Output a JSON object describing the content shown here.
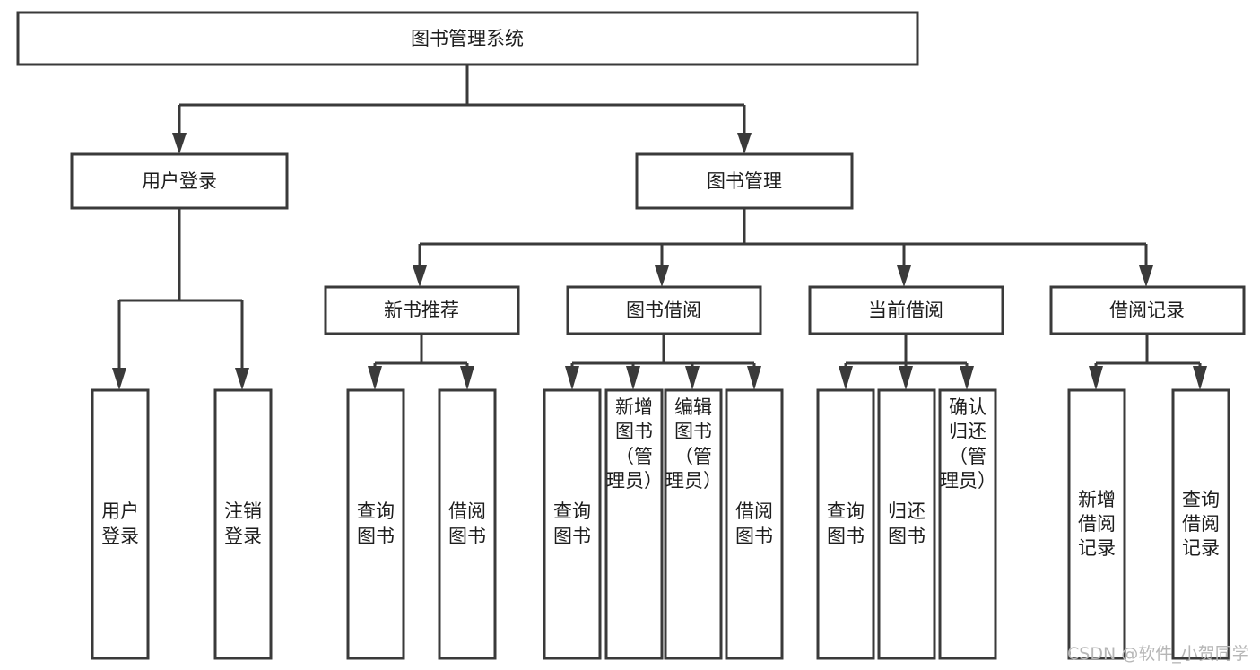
{
  "diagram": {
    "title": "图书管理系统",
    "type": "tree-hierarchy",
    "root": {
      "label": "图书管理系统"
    },
    "level2": [
      {
        "label": "用户登录"
      },
      {
        "label": "图书管理"
      }
    ],
    "level3": [
      {
        "label": "新书推荐"
      },
      {
        "label": "图书借阅"
      },
      {
        "label": "当前借阅"
      },
      {
        "label": "借阅记录"
      }
    ],
    "leaves": {
      "user_login": [
        {
          "label": "用户登录"
        },
        {
          "label": "注销登录"
        }
      ],
      "new_book_recommend": [
        {
          "label": "查询图书"
        },
        {
          "label": "借阅图书"
        }
      ],
      "book_borrow": [
        {
          "label": "查询图书"
        },
        {
          "label": "新增图书（管理员）"
        },
        {
          "label": "编辑图书（管理员）"
        },
        {
          "label": "借阅图书"
        }
      ],
      "current_borrow": [
        {
          "label": "查询图书"
        },
        {
          "label": "归还图书"
        },
        {
          "label": "确认归还（管理员）"
        }
      ],
      "borrow_record": [
        {
          "label": "新增借阅记录"
        },
        {
          "label": "查询借阅记录"
        }
      ]
    }
  },
  "watermark": {
    "text": "CSDN @软件_小贺同学"
  },
  "colors": {
    "stroke": "#3a3a3a",
    "fill": "#ffffff",
    "text": "#1d1d1d",
    "watermark": "#b6b6b6"
  }
}
